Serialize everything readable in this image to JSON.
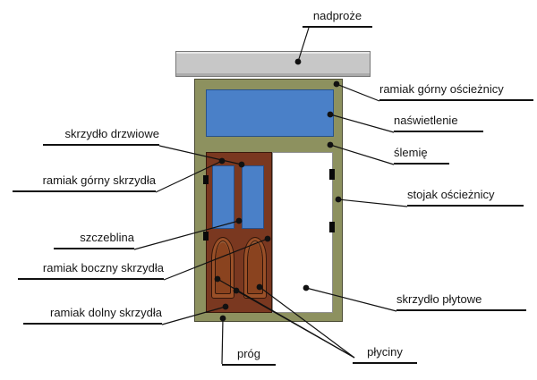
{
  "figure": {
    "type": "labeled-diagram",
    "subject": "door with transom light — construction terms",
    "language": "pl"
  },
  "labels": {
    "nadproze": "nadproże",
    "ramiak_gorny_oscieznicy": "ramiak górny ościeżnicy",
    "naswietlenie": "naświetlenie",
    "slemie": "ślemię",
    "stojak_oscieznicy": "stojak ościeżnicy",
    "skrzydlo_drzwiowe": "skrzydło drzwiowe",
    "ramiak_gorny_skrzydla": "ramiak górny skrzydła",
    "szczeblina": "szczeblina",
    "ramiak_boczny_skrzydla": "ramiak boczny skrzydła",
    "ramiak_dolny_skrzydla": "ramiak dolny skrzydła",
    "prog": "próg",
    "plyciny": "płyciny",
    "skrzydlo_plytowe": "skrzydło płytowe"
  },
  "colors": {
    "lintel_gray": "#c7c7c7",
    "frame_olive": "#8d915f",
    "glass_blue": "#4a80c8",
    "door_brown": "#7a3820",
    "panel_brown": "#9a5028",
    "leaf_white": "#ffffff",
    "line_black": "#111111"
  }
}
